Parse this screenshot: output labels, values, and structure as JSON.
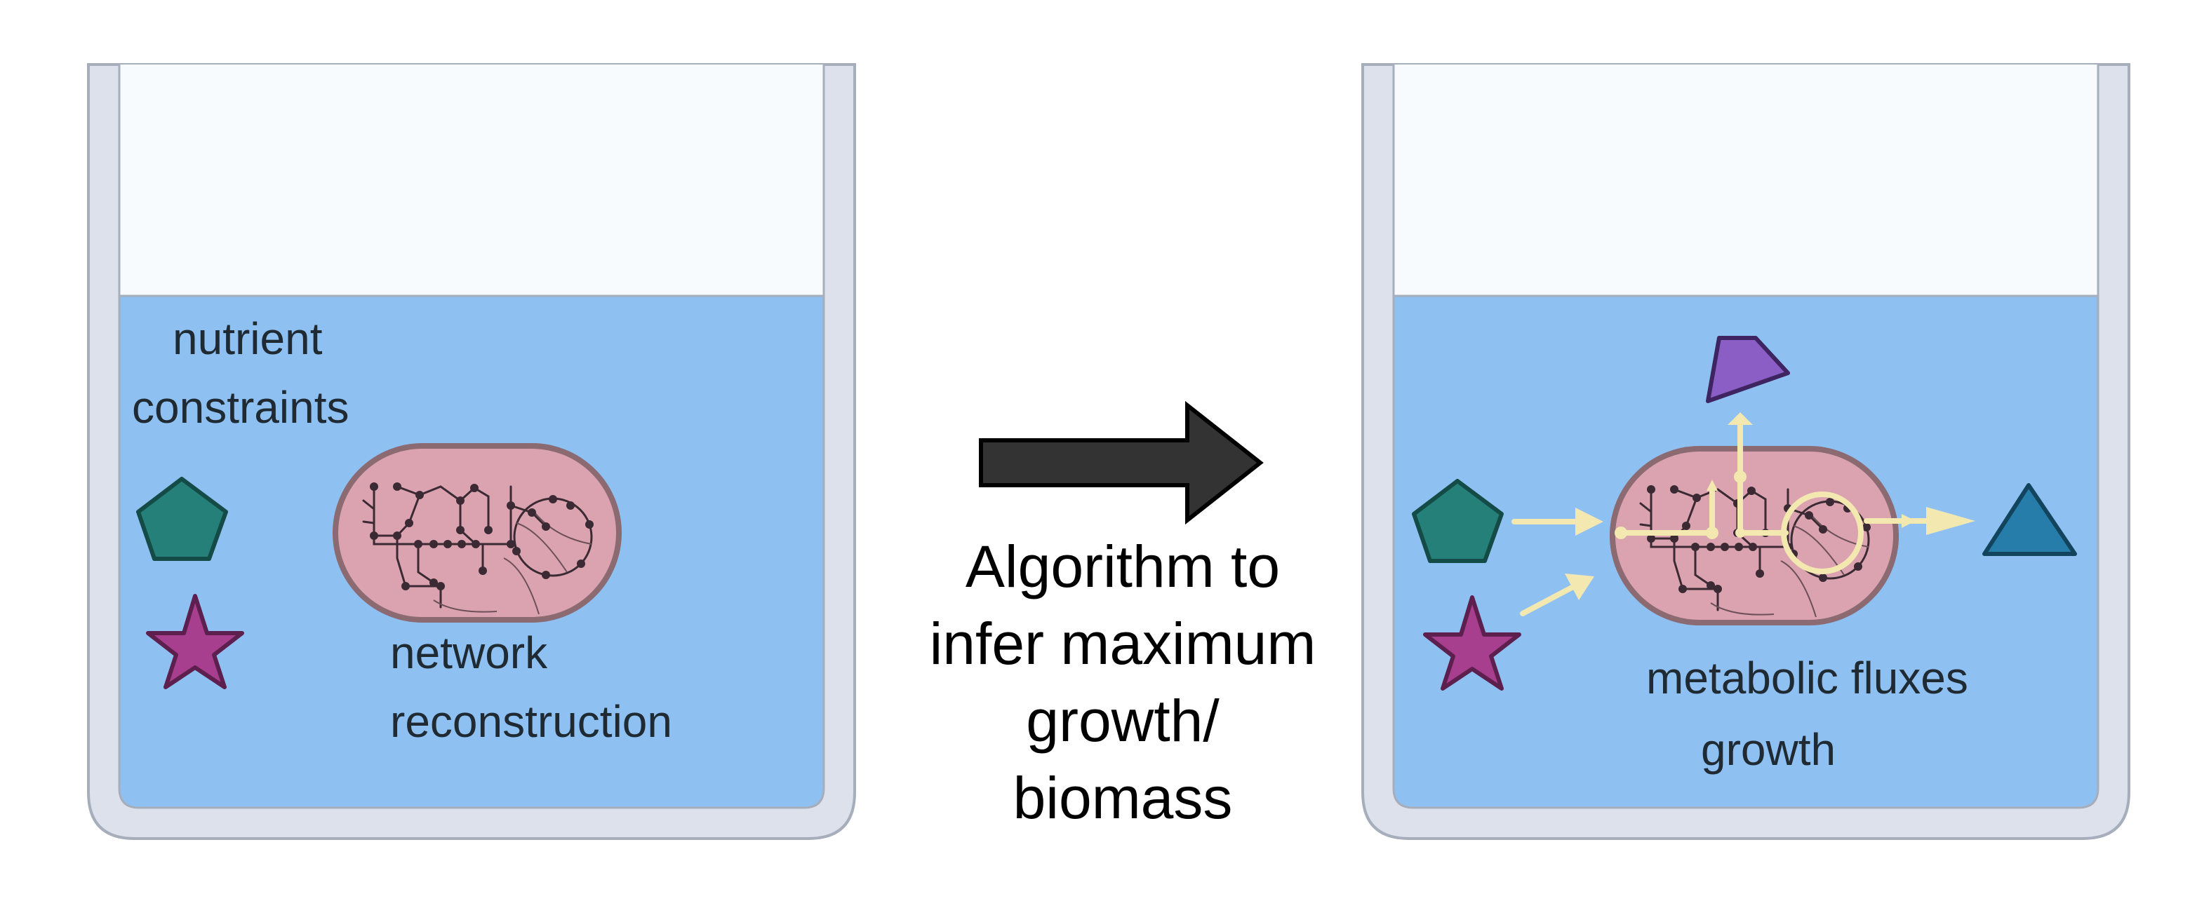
{
  "left_panel": {
    "label_nutrients_line1": "nutrient",
    "label_nutrients_line2": "constraints",
    "label_network_line1": "network",
    "label_network_line2": "reconstruction"
  },
  "center": {
    "lines": [
      "Algorithm to",
      "infer maximum",
      "growth/",
      "biomass"
    ]
  },
  "right_panel": {
    "label_line1": "metabolic fluxes",
    "label_line2": "growth"
  },
  "colors": {
    "beaker_wall": "#dde1ec",
    "beaker_outline": "#a6aebb",
    "medium": "#8ec1f2",
    "air": "#f7fbfe",
    "cell_fill": "#dba3b0",
    "cell_edge": "#8b6a72",
    "pentagon": "#248078",
    "star": "#a83f8e",
    "triangle": "#277daa",
    "trapezoid": "#8b5ec5",
    "flux": "#f2e8b0",
    "arrow": "#333333"
  },
  "icons": [
    "beaker-icon",
    "cell-icon",
    "pentagon-icon",
    "star-icon",
    "triangle-icon",
    "trapezoid-icon",
    "arrow-right-icon"
  ]
}
